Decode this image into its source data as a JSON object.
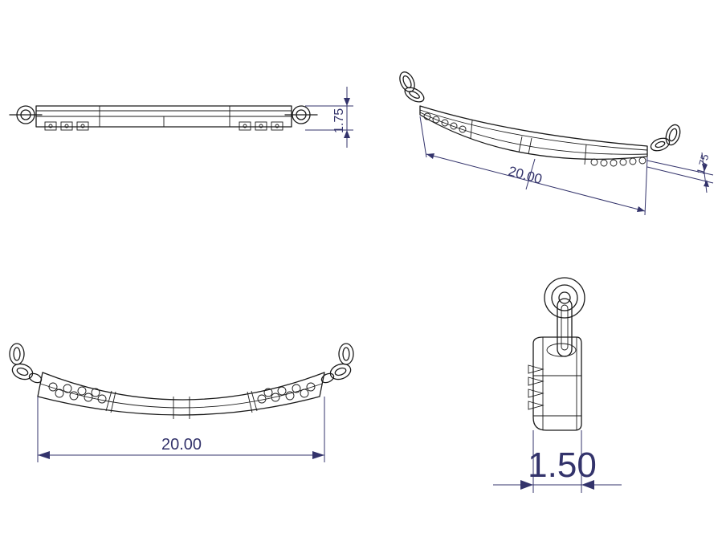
{
  "views": {
    "front": {
      "dimension": "1.75"
    },
    "isometric": {
      "length_dimension": "20.00",
      "height_dimension": "1.75"
    },
    "top": {
      "dimension": "20.00"
    },
    "side": {
      "dimension": "1.50"
    }
  },
  "colors": {
    "line": "#1a1a1a",
    "dimension": "#33336b",
    "background": "#ffffff"
  }
}
